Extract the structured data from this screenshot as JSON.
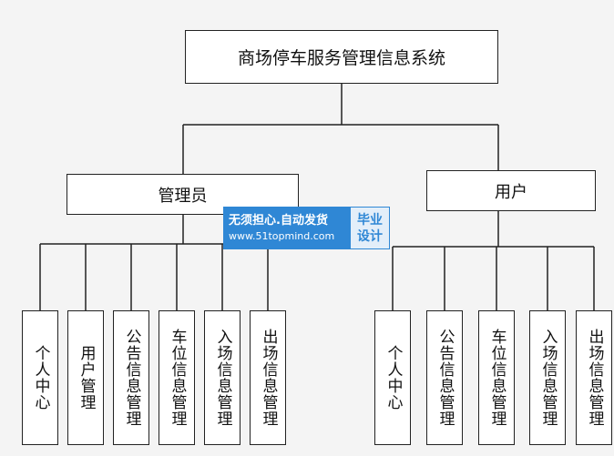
{
  "diagram": {
    "root": "商场停车服务管理信息系统",
    "admin": {
      "label": "管理员",
      "children": [
        "个人中心",
        "用户管理",
        "公告信息管理",
        "车位信息管理",
        "入场信息管理",
        "出场信息管理"
      ]
    },
    "user": {
      "label": "用户",
      "children": [
        "个人中心",
        "公告信息管理",
        "车位信息管理",
        "入场信息管理",
        "出场信息管理"
      ]
    }
  },
  "watermark": {
    "main": "无须担心.自动发货",
    "url": "www.51topmind.com",
    "badge_line1": "毕业",
    "badge_line2": "设计"
  },
  "colors": {
    "line": "#222222",
    "box_fill": "#ffffff",
    "background": "#f4f4f4",
    "watermark_blue": "#2f87d5"
  }
}
